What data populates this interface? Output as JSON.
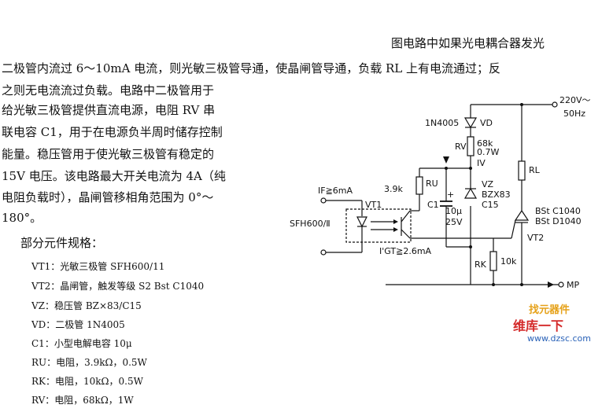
{
  "title": "图电路中如果光电耦合器发光",
  "paragraph": [
    "二极管内流过 6～10mA 电流，则光敏三极管导通，使晶闸管导通，负载 RL 上有电流通过；反",
    "之则无电流流过负载。电路中二极管用于",
    "给光敏三极管提供直流电源，电阻 RV 串",
    "联电容 C1，用于在电源负半周时储存控制",
    "能量。稳压管用于使光敏三极管有稳定的",
    "15V 电压。该电路最大开关电流为 4A（纯",
    "电阻负载时），晶闸管移相角范围为 0°～",
    "180°。"
  ],
  "section_title": "部分元件规格：",
  "specs": [
    "VT1：光敏三极管 SFH600/11",
    "VT2：晶闸管，触发等级 S2 Bst C1040",
    "VZ：稳压管 BZ×83/C15",
    "VD：二极管 1N4005",
    "C1：小型电解电容 10μ",
    "RU：电阻，3.9kΩ，0.5W",
    "RK：电阻，10kΩ，0.5W",
    "RV：电阻，68kΩ，1W"
  ],
  "circuit": {
    "supply": "220V～",
    "freq": "50Hz",
    "diode_part": "1N4005",
    "diode_ref": "VD",
    "rv_ref": "RV",
    "rv_value": "68k",
    "rv_power": "0.7W",
    "iv": "IV",
    "rl_ref": "RL",
    "if_label": "IF≧6mA",
    "ru_value": "3.9k",
    "ru_ref": "RU",
    "plus": "+",
    "c_ref": "C1",
    "vz_ref": "VZ",
    "vz_part": "BZX83",
    "vz_part2": "C15",
    "c_value": "10μ",
    "c_voltage": "25V",
    "vt1": "VT1",
    "opto": "SFH600/Ⅱ",
    "thy_part1": "BSt C1040",
    "thy_part2": "BSt D1040",
    "vt2": "VT2",
    "igt_label": "I'GT≧2.6mA",
    "rk_ref": "RK",
    "rk_value": "10k",
    "mp": "MP"
  },
  "watermark": {
    "top": "找元器件",
    "brand": "维库一下",
    "url": "www.dzsc.com"
  }
}
